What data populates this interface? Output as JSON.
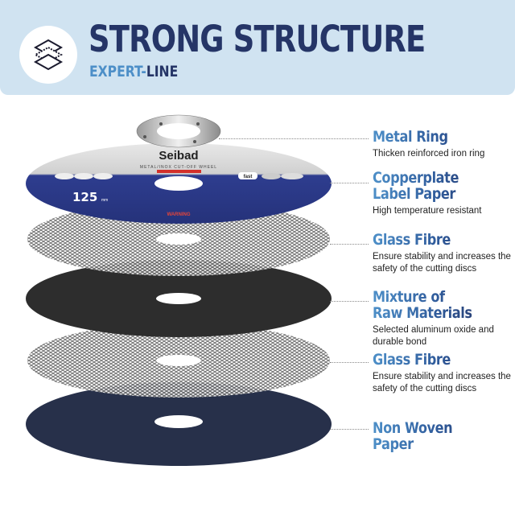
{
  "header": {
    "icon": "layers-icon",
    "title": "STRONG STRUCTURE",
    "subtitle_part1": "EXPERT-",
    "subtitle_part2": "LINE"
  },
  "product_disc": {
    "brand": "Seibad",
    "type_text": "METAL/INOX CUT-OFF WHEEL",
    "size": "125",
    "unit": "mm",
    "warning": "WARNING",
    "badge": "fast"
  },
  "layers": [
    {
      "title": "Metal Ring",
      "description": "Thicken reinforced iron ring"
    },
    {
      "title": "Copperplate Label Paper",
      "title_line1": "Copperplate",
      "title_line2": "Label Paper",
      "description": "High temperature resistant"
    },
    {
      "title": "Glass Fibre",
      "description": "Ensure stability and increases the safety of the cutting discs"
    },
    {
      "title": "Mixture of Raw Materials",
      "title_line1": "Mixture of",
      "title_line2": "Raw Materials",
      "description": "Selected aluminum oxide and durable bond"
    },
    {
      "title": "Glass Fibre",
      "description": "Ensure stability and increases the safety of the cutting discs"
    },
    {
      "title": "Non Woven Paper",
      "title_line1": "Non Woven",
      "title_line2": "Paper",
      "description": ""
    }
  ],
  "colors": {
    "navy": "#253567",
    "light_blue": "#4d8fc8",
    "banner": "#d0e3f1",
    "label_blue": "#2e3d8f"
  }
}
